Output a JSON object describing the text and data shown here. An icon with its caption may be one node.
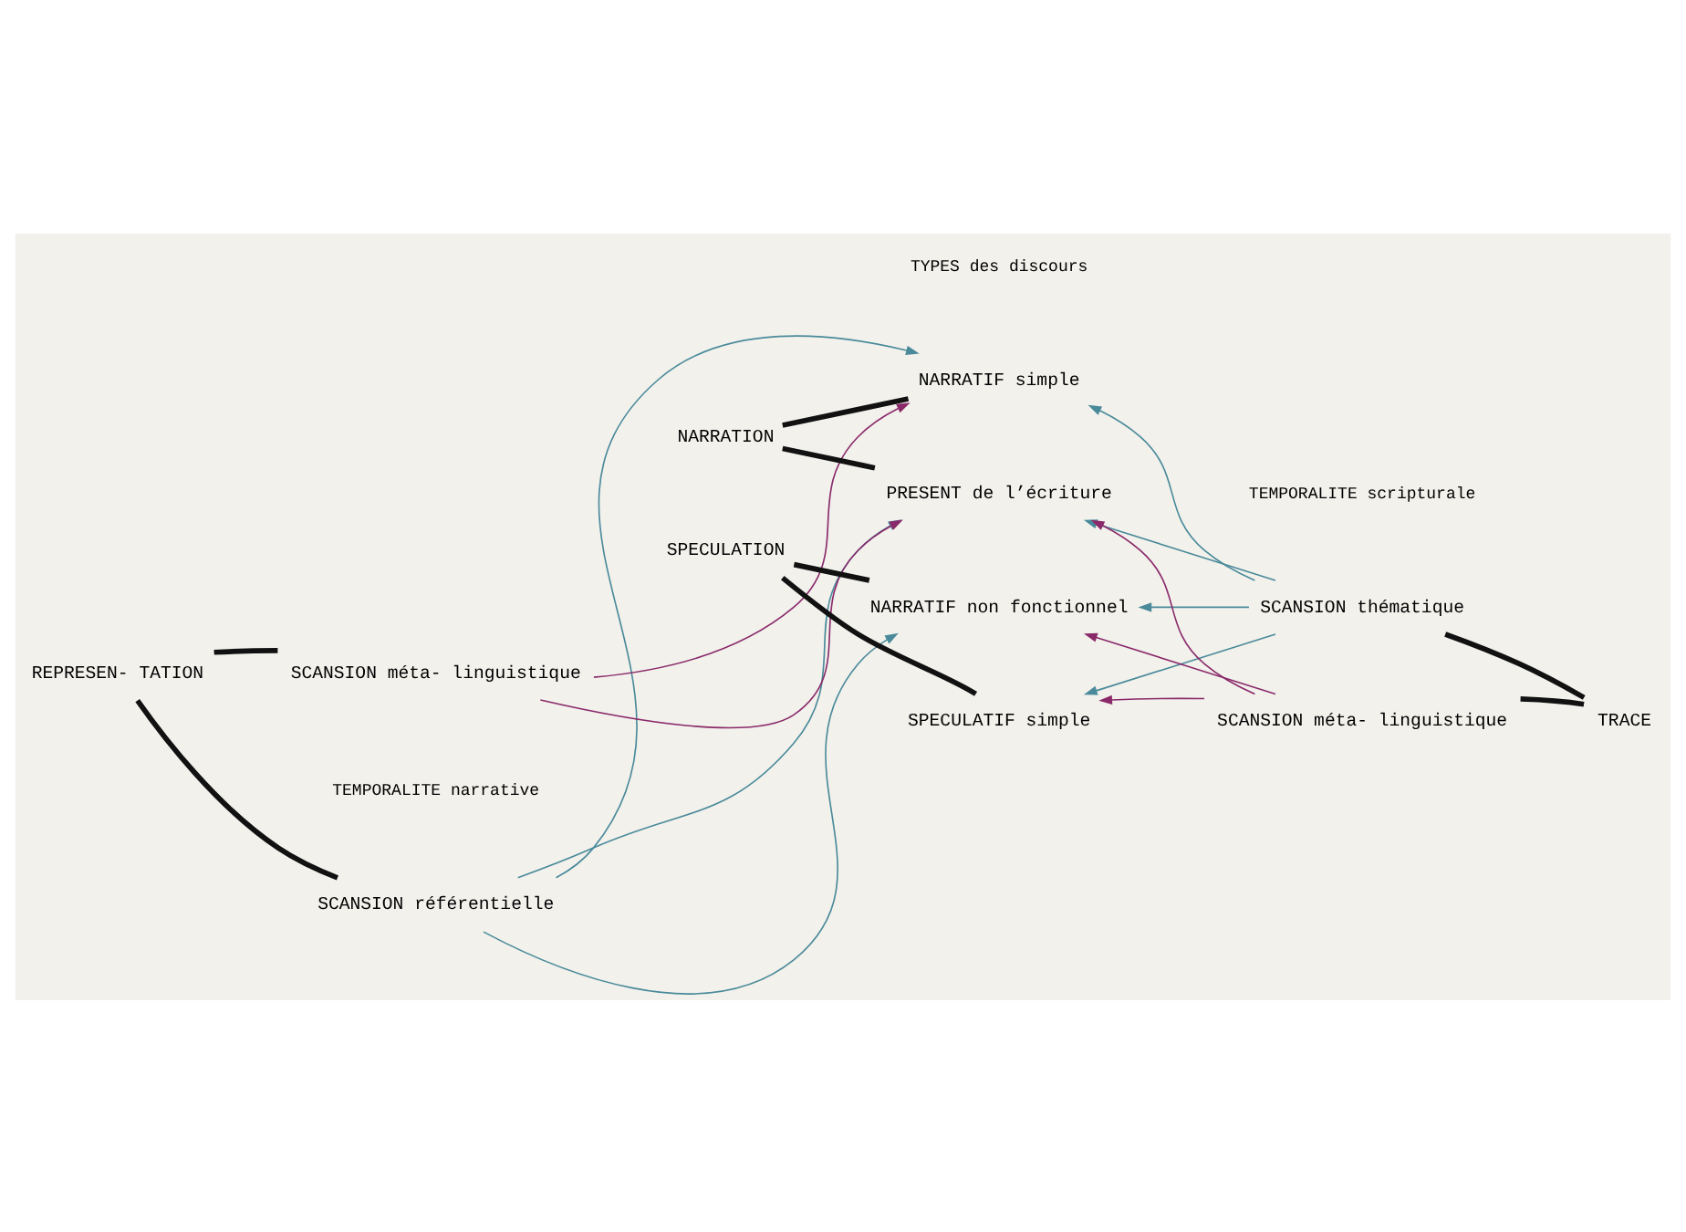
{
  "diagram": {
    "nodes": [
      {
        "text": [
          "REPRESEN- TATION"
        ]
      },
      {
        "text": [
          "SCANSION référentielle"
        ]
      },
      {
        "text": [
          "SCANSION méta- linguistique"
        ]
      },
      {
        "text": [
          "NARRATION"
        ]
      },
      {
        "text": [
          "SPECULATION"
        ]
      },
      {
        "text": [
          "NARRATIF simple"
        ]
      },
      {
        "text": [
          "PRESENT de l’écriture"
        ]
      },
      {
        "text": [
          "NARRATIF non fonctionnel"
        ]
      },
      {
        "text": [
          "SPECULATIF simple"
        ]
      },
      {
        "text": [
          "SCANSION thématique"
        ]
      },
      {
        "text": [
          "SCANSION méta- linguistique"
        ]
      },
      {
        "text": [
          "TRACE"
        ]
      }
    ],
    "edges": [
      {
        "from": 0,
        "to": 1,
        "arrow": "none",
        "style": "thick"
      },
      {
        "from": 0,
        "to": 2,
        "arrow": "none",
        "style": "thick"
      },
      {
        "from": 3,
        "to": 5,
        "arrow": "none",
        "style": "thick"
      },
      {
        "from": 3,
        "to": 6,
        "arrow": "none",
        "style": "thick"
      },
      {
        "from": 4,
        "to": 7,
        "arrow": "none",
        "style": "thick"
      },
      {
        "from": 4,
        "to": 8,
        "arrow": "none",
        "style": "thick"
      },
      {
        "from": 11,
        "to": 9,
        "arrow": "none",
        "style": "thick"
      },
      {
        "from": 11,
        "to": 10,
        "arrow": "none",
        "style": "thick"
      },
      {
        "from": 1,
        "to": 5,
        "arrow": "to",
        "color": "#4a8a9a"
      },
      {
        "from": 1,
        "to": 6,
        "arrow": "to",
        "color": "#4a8a9a"
      },
      {
        "from": 1,
        "to": 7,
        "arrow": "to",
        "color": "#4a8a9a"
      },
      {
        "from": 2,
        "to": 5,
        "arrow": "to",
        "color": "#8a2a6a"
      },
      {
        "from": 2,
        "to": 6,
        "arrow": "to",
        "color": "#8a2a6a"
      },
      {
        "from": 9,
        "to": 5,
        "arrow": "to",
        "color": "#4a8a9a"
      },
      {
        "from": 9,
        "to": 6,
        "arrow": "to",
        "color": "#4a8a9a"
      },
      {
        "from": 9,
        "to": 7,
        "arrow": "to",
        "color": "#4a8a9a"
      },
      {
        "from": 9,
        "to": 8,
        "arrow": "to",
        "color": "#4a8a9a"
      },
      {
        "from": 10,
        "to": 6,
        "arrow": "to",
        "color": "#8a2a6a"
      },
      {
        "from": 10,
        "to": 7,
        "arrow": "to",
        "color": "#8a2a6a"
      },
      {
        "from": 10,
        "to": 8,
        "arrow": "to",
        "color": "#8a2a6a"
      }
    ],
    "labels": [
      "TEMPORALITE narrative",
      "TYPES des discours",
      "TEMPORALITE scripturale"
    ]
  }
}
